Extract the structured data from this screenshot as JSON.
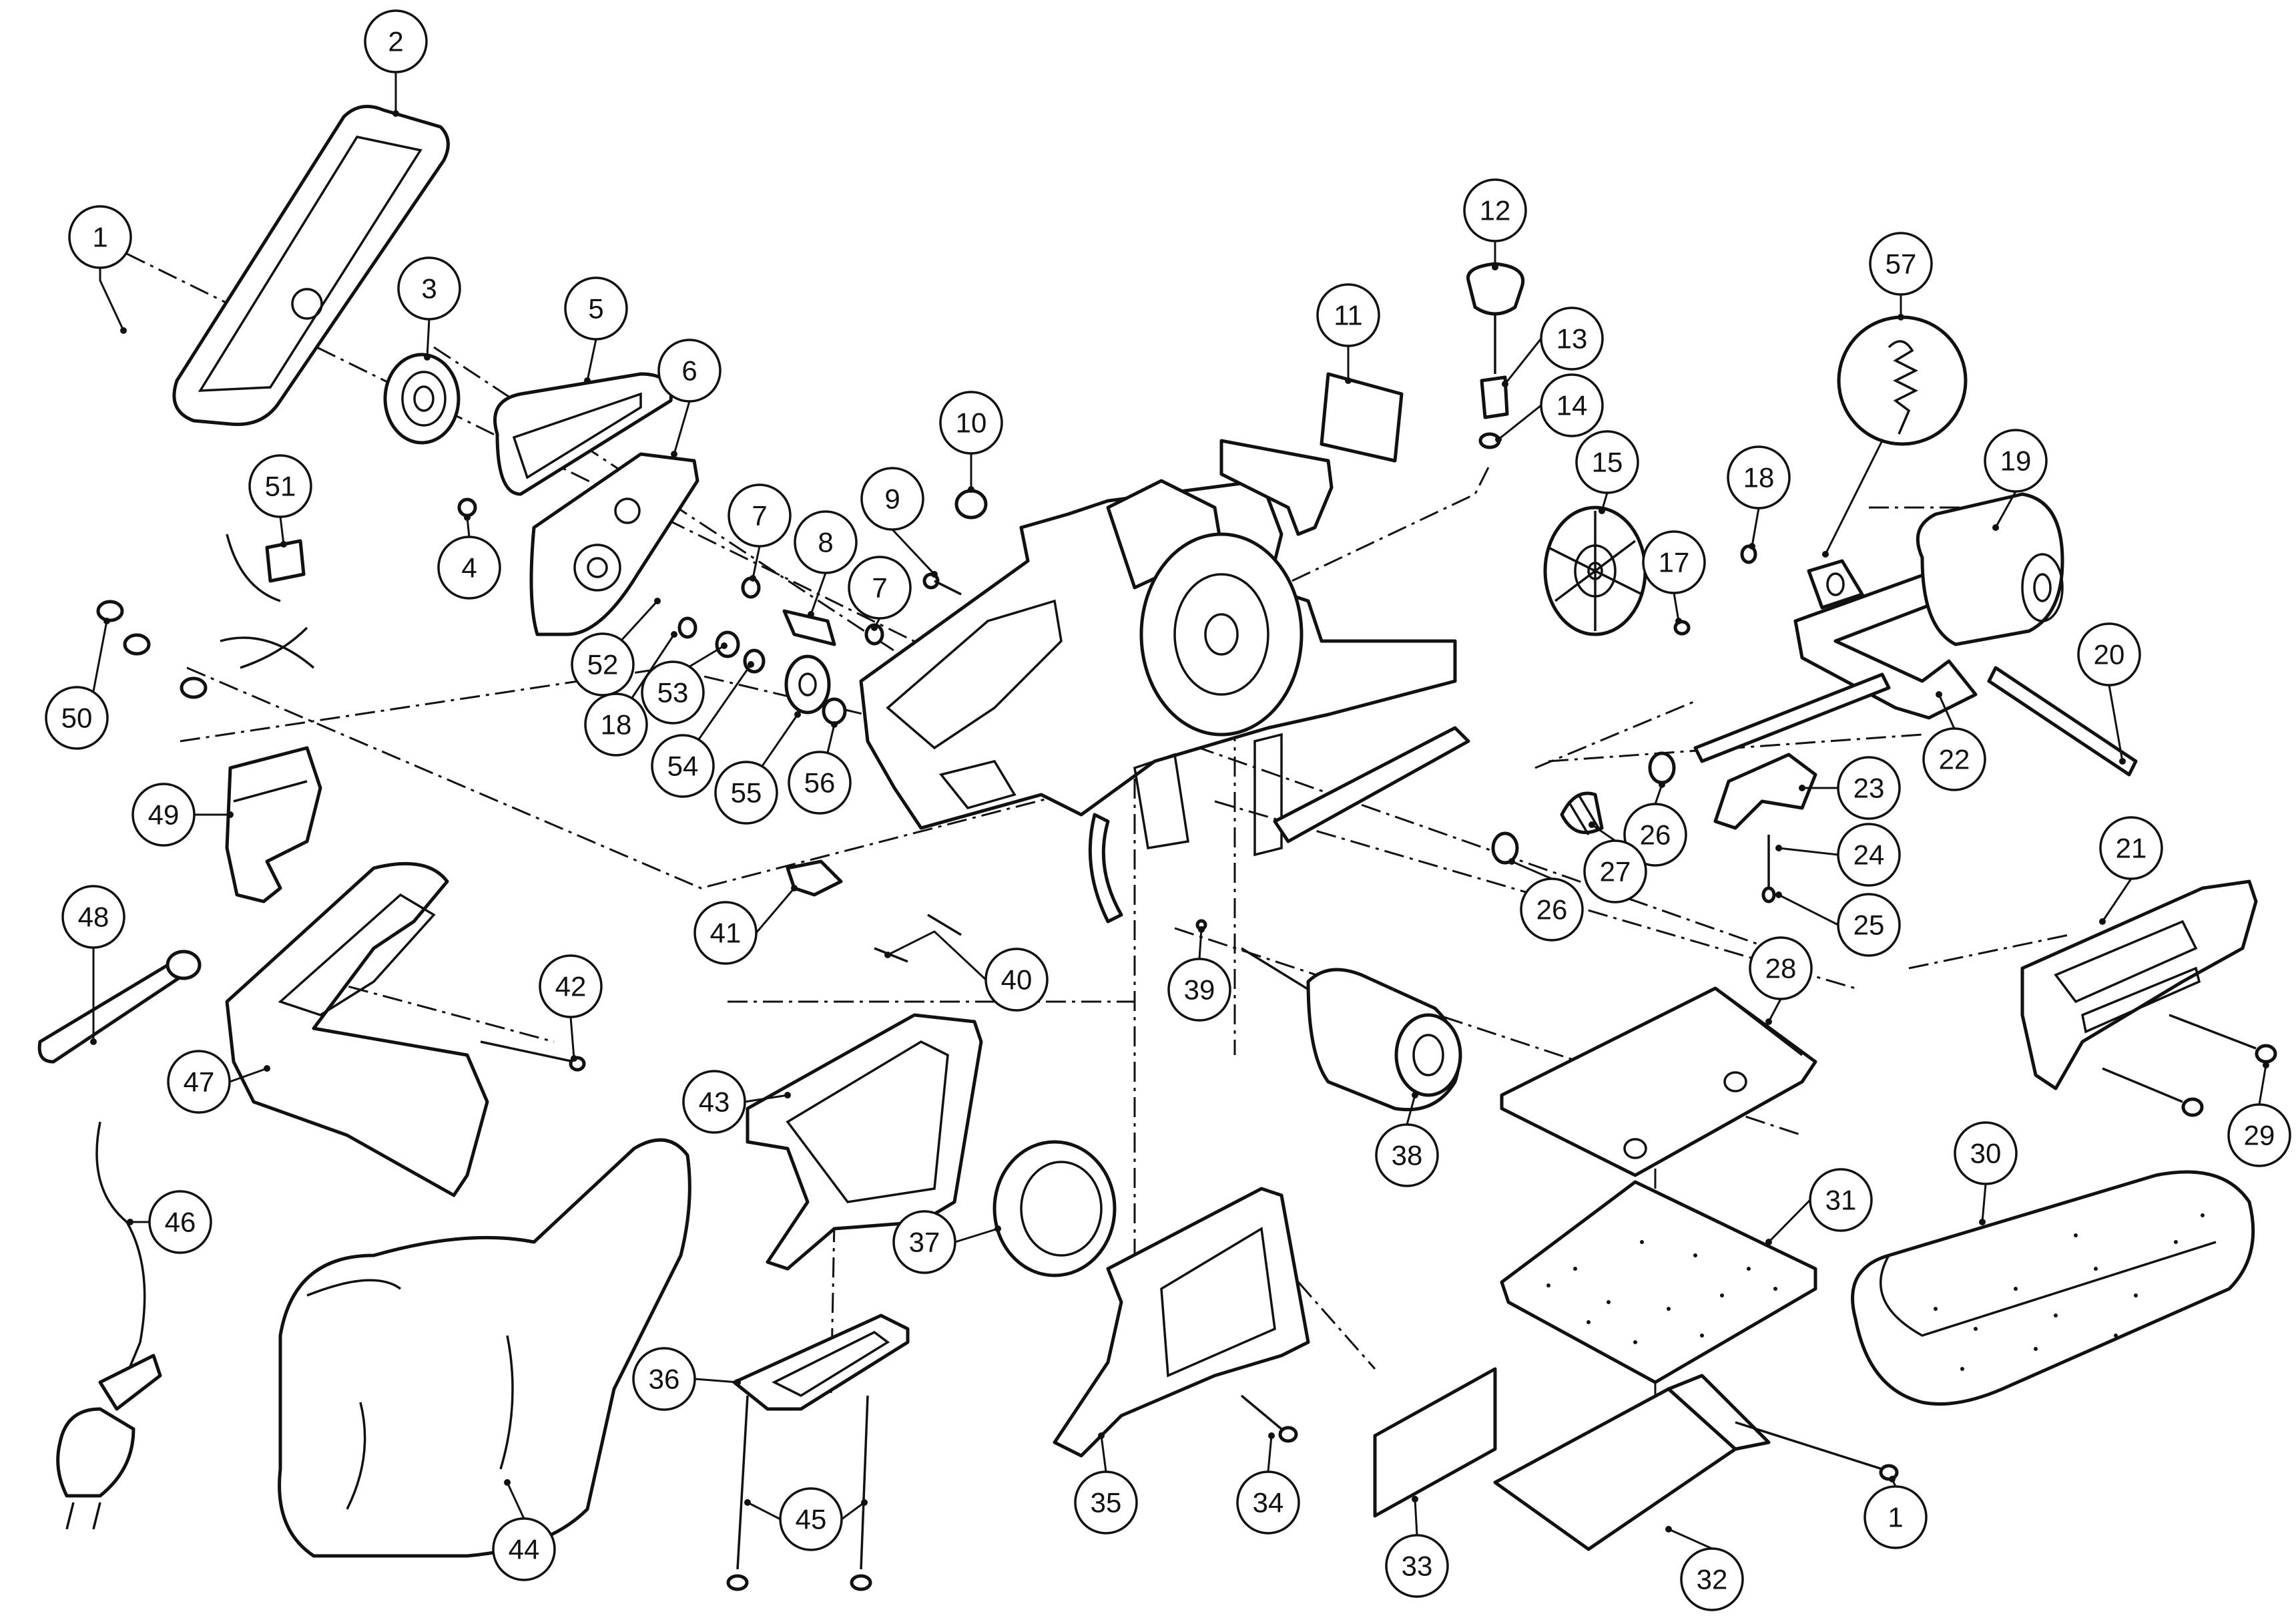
{
  "diagram": {
    "colors": {
      "ink": "#111111",
      "paper": "#ffffff"
    },
    "callouts": [
      {
        "label": "1"
      },
      {
        "label": "2"
      },
      {
        "label": "3"
      },
      {
        "label": "5"
      },
      {
        "label": "6"
      },
      {
        "label": "4"
      },
      {
        "label": "51"
      },
      {
        "label": "7"
      },
      {
        "label": "8"
      },
      {
        "label": "9"
      },
      {
        "label": "10"
      },
      {
        "label": "7"
      },
      {
        "label": "52"
      },
      {
        "label": "53"
      },
      {
        "label": "18"
      },
      {
        "label": "54"
      },
      {
        "label": "55"
      },
      {
        "label": "56"
      },
      {
        "label": "50"
      },
      {
        "label": "49"
      },
      {
        "label": "48"
      },
      {
        "label": "47"
      },
      {
        "label": "42"
      },
      {
        "label": "41"
      },
      {
        "label": "40"
      },
      {
        "label": "39"
      },
      {
        "label": "43"
      },
      {
        "label": "38"
      },
      {
        "label": "37"
      },
      {
        "label": "36"
      },
      {
        "label": "45"
      },
      {
        "label": "44"
      },
      {
        "label": "46"
      },
      {
        "label": "35"
      },
      {
        "label": "34"
      },
      {
        "label": "33"
      },
      {
        "label": "11"
      },
      {
        "label": "12"
      },
      {
        "label": "13"
      },
      {
        "label": "14"
      },
      {
        "label": "15"
      },
      {
        "label": "17"
      },
      {
        "label": "18"
      },
      {
        "label": "57"
      },
      {
        "label": "19"
      },
      {
        "label": "20"
      },
      {
        "label": "22"
      },
      {
        "label": "23"
      },
      {
        "label": "24"
      },
      {
        "label": "25"
      },
      {
        "label": "26"
      },
      {
        "label": "27"
      },
      {
        "label": "26"
      },
      {
        "label": "21"
      },
      {
        "label": "28"
      },
      {
        "label": "29"
      },
      {
        "label": "30"
      },
      {
        "label": "31"
      },
      {
        "label": "32"
      },
      {
        "label": "1"
      }
    ]
  }
}
